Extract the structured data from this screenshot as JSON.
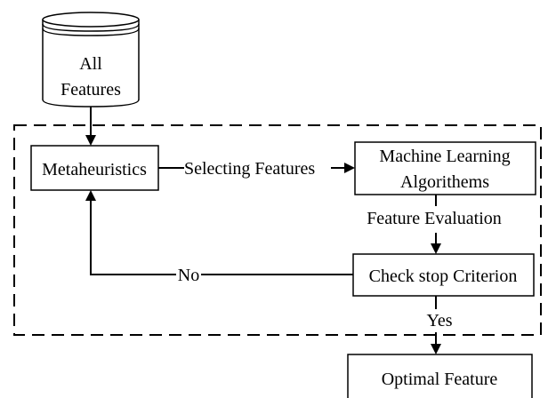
{
  "nodes": {
    "all_features": {
      "line1": "All",
      "line2": "Features"
    },
    "metaheuristics": {
      "label": "Metaheuristics"
    },
    "ml_algorithms": {
      "line1": "Machine Learning",
      "line2": "Algorithems"
    },
    "check_stop": {
      "label": "Check stop Criterion"
    },
    "optimal_feature": {
      "label": "Optimal Feature"
    }
  },
  "edges": {
    "selecting_features": "Selecting Features",
    "feature_evaluation": "Feature Evaluation",
    "no": "No",
    "yes": "Yes"
  }
}
